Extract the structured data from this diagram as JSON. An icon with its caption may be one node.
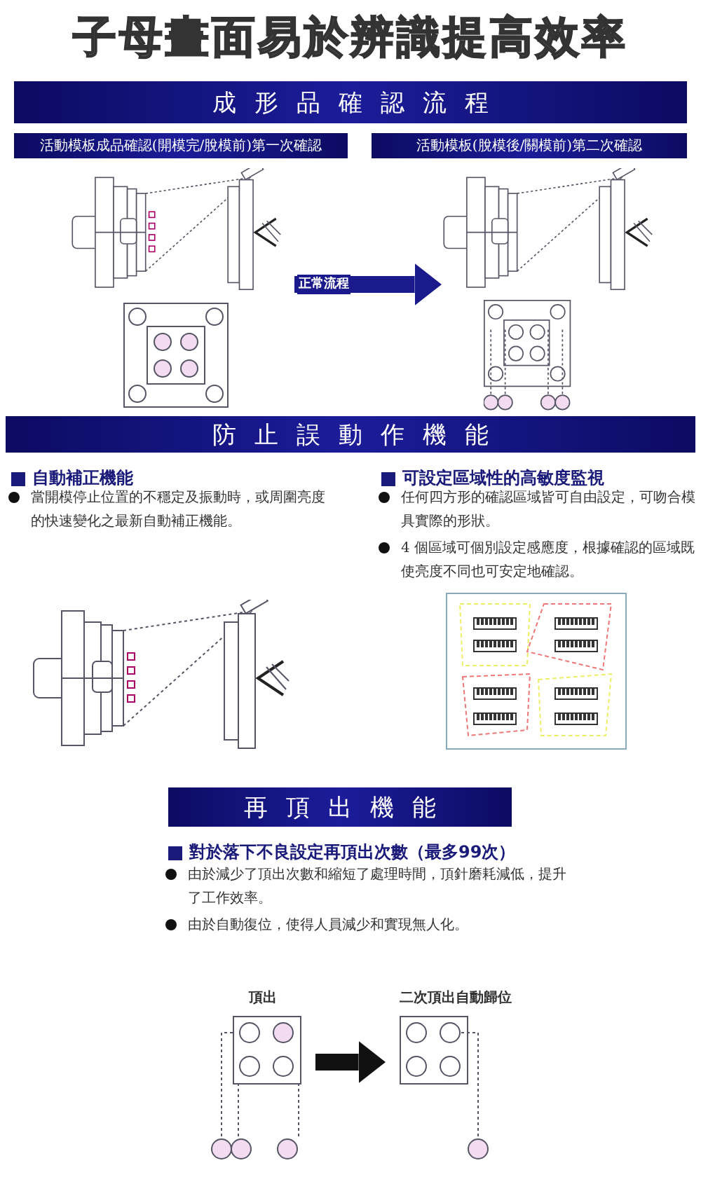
{
  "diagram": {
    "title": "子母畫面易於辨識提高效率",
    "nodes": [
      {
        "text": [
          "成形品確認流程"
        ]
      },
      {
        "text": [
          "活動模板成品確認(開模完/脫模前)第一次確認"
        ]
      },
      {
        "text": [
          "活動模板(脫模後/關模前)第二次確認"
        ]
      },
      {
        "text": [],
        "shape": "picture"
      },
      {
        "text": [],
        "shape": "picture"
      },
      {
        "text": [
          "防止誤動作機能"
        ]
      },
      {
        "text": [
          "再頂出機能"
        ]
      },
      {
        "text": [
          "頂出"
        ]
      },
      {
        "text": [
          "二次頂出自動歸位"
        ]
      }
    ],
    "edges": [
      {
        "from": 3,
        "to": 4,
        "arrow": "to",
        "label": "正常流程",
        "color": "#1a1a8c"
      },
      {
        "from": 7,
        "to": 8,
        "arrow": "to",
        "color": "#111111"
      }
    ],
    "labels": [
      "自動補正機能",
      "當開模停止位置的不穩定及振動時，或周圍亮度的快速變化之最新自動補正機能。",
      "可設定區域性的高敏度監視",
      "任何四方形的確認區域皆可自由設定，可吻合模具實際的形狀。",
      "4 個區域可個別設定感應度，根據確認的區域既使亮度不同也可安定地確認。",
      "對於落下不良設定再頂出次數（最多99次）",
      "由於減少了頂出次數和縮短了處理時間，頂針磨耗減低，提升了工作效率。",
      "由於自動復位，使得人員減少和實現無人化。"
    ]
  }
}
